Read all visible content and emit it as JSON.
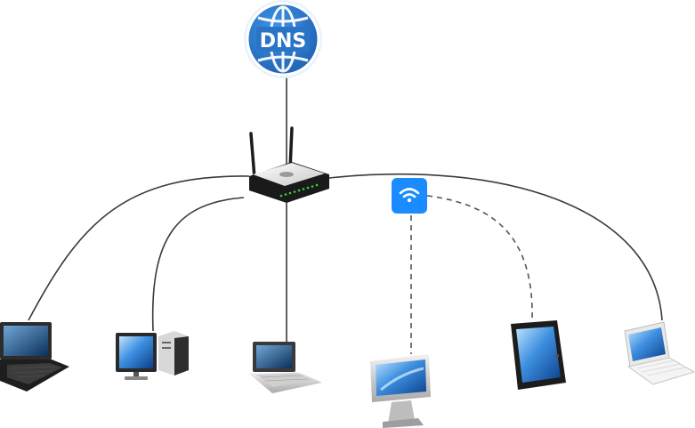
{
  "dns": {
    "label": "DNS",
    "icon": "dns-globe-icon",
    "color": "#2f7fd0"
  },
  "router": {
    "icon": "router-icon"
  },
  "access_point": {
    "icon": "wifi-icon",
    "color": "#1a8cff"
  },
  "devices": [
    {
      "id": "convertible-laptop",
      "icon": "convertible-laptop-icon",
      "link": "wired"
    },
    {
      "id": "desktop-pc",
      "icon": "desktop-pc-icon",
      "link": "wired"
    },
    {
      "id": "laptop",
      "icon": "laptop-icon",
      "link": "wired"
    },
    {
      "id": "imac",
      "icon": "all-in-one-desktop-icon",
      "link": "wireless"
    },
    {
      "id": "tablet",
      "icon": "tablet-icon",
      "link": "wireless"
    },
    {
      "id": "white-laptop",
      "icon": "laptop-icon",
      "link": "wired"
    }
  ],
  "links": {
    "wired_style": "solid",
    "wireless_style": "dashed"
  }
}
